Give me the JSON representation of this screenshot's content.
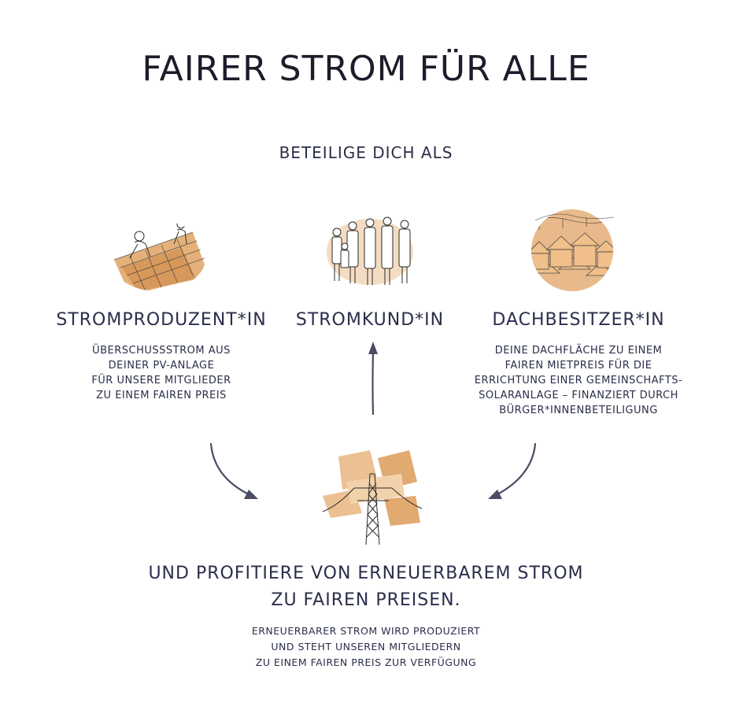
{
  "title": "FAIRER STROM FÜR ALLE",
  "subtitle": "BETEILIGE DICH ALS",
  "roles": [
    {
      "title": "STROMPRODUZENT*IN",
      "description": "ÜBERSCHUSSSTROM AUS\nDEINER PV-ANLAGE\nFÜR UNSERE MITGLIEDER\nZU EINEM FAIREN PREIS",
      "illustration": "solar-panel-installation-sketch"
    },
    {
      "title": "STROMKUND*IN",
      "description": "",
      "illustration": "group-of-people-sketch"
    },
    {
      "title": "DACHBESITZER*IN",
      "description": "DEINE DACHFLÄCHE ZU EINEM\nFAIREN MIETPREIS FÜR DIE\nERRICHTUNG EINER GEMEINSCHAFTS-\nSOLARANLAGE – FINANZIERT DURCH\nBÜRGER*INNENBETEILIGUNG",
      "illustration": "city-rooftops-sketch"
    }
  ],
  "center_illustration": "power-pylon-sketch",
  "result": {
    "title": "UND PROFITIERE VON ERNEUERBAREM STROM\nZU FAIREN PREISEN.",
    "description": "ERNEUERBARER STROM WIRD PRODUZIERT\nUND STEHT UNSEREN MITGLIEDERN\nZU EINEM FAIREN PREIS ZUR VERFÜGUNG"
  },
  "colors": {
    "text": "#2a2e4a",
    "accent": "#d9954e",
    "sketch": "#3a3a3a"
  }
}
